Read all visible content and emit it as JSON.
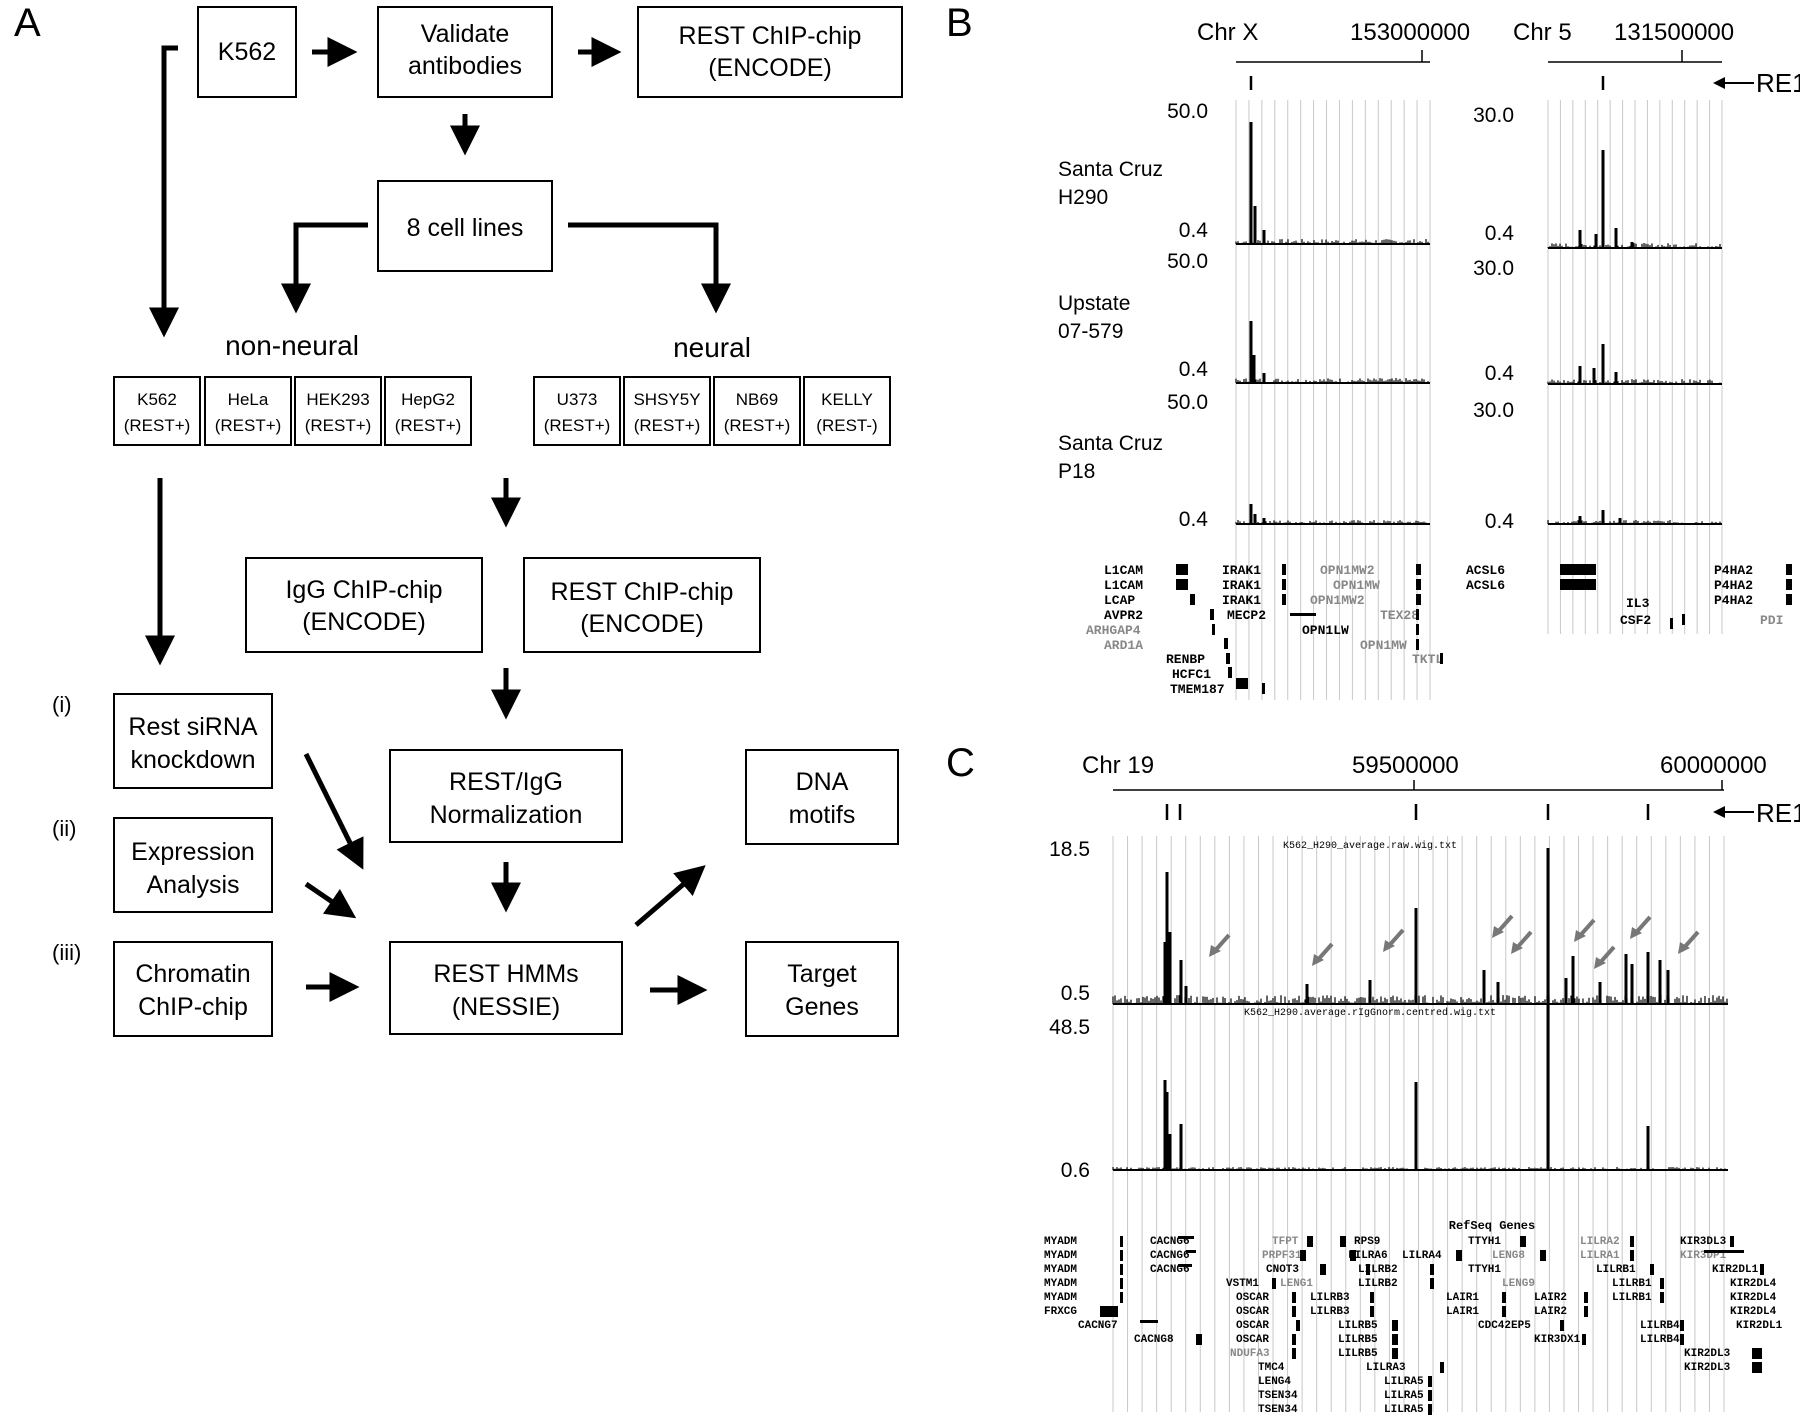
{
  "panels": {
    "A": "A",
    "B": "B",
    "C": "C"
  },
  "flow": {
    "k562_top": "K562",
    "validate": [
      "Validate",
      "antibodies"
    ],
    "rest_chip_top": [
      "REST ChIP-chip",
      "(ENCODE)"
    ],
    "cell_lines_box": "8 cell lines",
    "non_neural_label": "non-neural",
    "neural_label": "neural",
    "cell_lines": [
      {
        "name": "K562",
        "status": "(REST+)"
      },
      {
        "name": "HeLa",
        "status": "(REST+)"
      },
      {
        "name": "HEK293",
        "status": "(REST+)"
      },
      {
        "name": "HepG2",
        "status": "(REST+)"
      },
      {
        "name": "U373",
        "status": "(REST+)"
      },
      {
        "name": "SHSY5Y",
        "status": "(REST+)"
      },
      {
        "name": "NB69",
        "status": "(REST+)"
      },
      {
        "name": "KELLY",
        "status": "(REST-)"
      }
    ],
    "igg_chip": [
      "IgG ChIP-chip",
      "(ENCODE)"
    ],
    "rest_chip_mid": [
      "REST ChIP-chip",
      "(ENCODE)"
    ],
    "rest_igg_norm": [
      "REST/IgG",
      "Normalization"
    ],
    "rest_hmms": [
      "REST HMMs",
      "(NESSIE)"
    ],
    "dna_motifs": [
      "DNA",
      "motifs"
    ],
    "target_genes": [
      "Target",
      "Genes"
    ],
    "roman": [
      "(i)",
      "(ii)",
      "(iii)"
    ],
    "sirna": [
      "Rest siRNA",
      "knockdown"
    ],
    "expression": [
      "Expression",
      "Analysis"
    ],
    "chromatin": [
      "Chromatin",
      "ChIP-chip"
    ]
  },
  "panelB": {
    "left": {
      "chr": "Chr X",
      "coord": "153000000",
      "tracks": [
        {
          "name": [
            "Santa Cruz",
            "H290"
          ],
          "top": "50.0",
          "bottom": "0.4"
        },
        {
          "name": [
            "Upstate",
            "07-579"
          ],
          "top": "50.0",
          "bottom": "0.4"
        },
        {
          "name": [
            "Santa Cruz",
            "P18"
          ],
          "top": "50.0",
          "bottom": "0.4"
        }
      ],
      "genes": [
        "L1CAM",
        "L1CAM",
        "LCAP",
        "AVPR2",
        "ARHGAP4",
        "ARD1A",
        "RENBP",
        "HCFC1",
        "TMEM187",
        "IRAK1",
        "IRAK1",
        "IRAK1",
        "MECP2",
        "OPN1MW2",
        "OPN1MW",
        "OPN1MW2",
        "TEX28",
        "OPN1LW",
        "OPN1MW",
        "TKTL"
      ]
    },
    "right": {
      "chr": "Chr 5",
      "coord": "131500000",
      "re1": "RE1",
      "tracks": [
        {
          "top": "30.0",
          "bottom": "0.4"
        },
        {
          "top": "30.0",
          "bottom": "0.4"
        },
        {
          "top": "30.0",
          "bottom": "0.4"
        }
      ],
      "genes": [
        "ACSL6",
        "ACSL6",
        "IL3",
        "CSF2",
        "P4HA2",
        "P4HA2",
        "P4HA2",
        "PDI"
      ]
    }
  },
  "panelC": {
    "chr": "Chr 19",
    "coords": [
      "59500000",
      "60000000"
    ],
    "re1": "RE1",
    "track1": {
      "title": "K562_H290_average.raw.wig.txt",
      "top": "18.5",
      "bottom": "0.5"
    },
    "track2": {
      "title": "K562_H290.average.rIgGnorm.centred.wig.txt",
      "top": "48.5",
      "bottom": "0.6"
    },
    "refseq": "RefSeq Genes",
    "genes": [
      "MYADM",
      "MYADM",
      "MYADM",
      "MYADM",
      "MYADM",
      "FRXCG",
      "CACNG6",
      "CACNG6",
      "CACNG6",
      "CACNG7",
      "CACNG8",
      "TFPT",
      "PRPF31",
      "CNOT3",
      "VSTM1",
      "LENG1",
      "OSCAR",
      "OSCAR",
      "OSCAR",
      "OSCAR",
      "NDUFA3",
      "TMC4",
      "LENG4",
      "TSEN34",
      "TSEN34",
      "RPS9",
      "LILRA6",
      "LILRB3",
      "LILRB3",
      "LILRB5",
      "LILRB5",
      "LILRB5",
      "LILRA3",
      "LILRA5",
      "LILRA5",
      "LILRA5",
      "LILRA4",
      "LILRB2",
      "LILRB2",
      "LAIR1",
      "LAIR1",
      "TTYH1",
      "TTYH1",
      "LENG8",
      "LENG9",
      "CDC42EP5",
      "LAIR2",
      "LAIR2",
      "KIR3DX1",
      "LILRA2",
      "LILRA1",
      "LILRB1",
      "LILRB1",
      "LILRB1",
      "LILRB4",
      "LILRB4",
      "KIR3DL3",
      "KIR3DP1",
      "KIR2DL1",
      "KIR2DL4",
      "KIR2DL4",
      "KIR2DL4",
      "KIR2DL3",
      "KIR2DL3",
      "KIR2DL1"
    ]
  }
}
